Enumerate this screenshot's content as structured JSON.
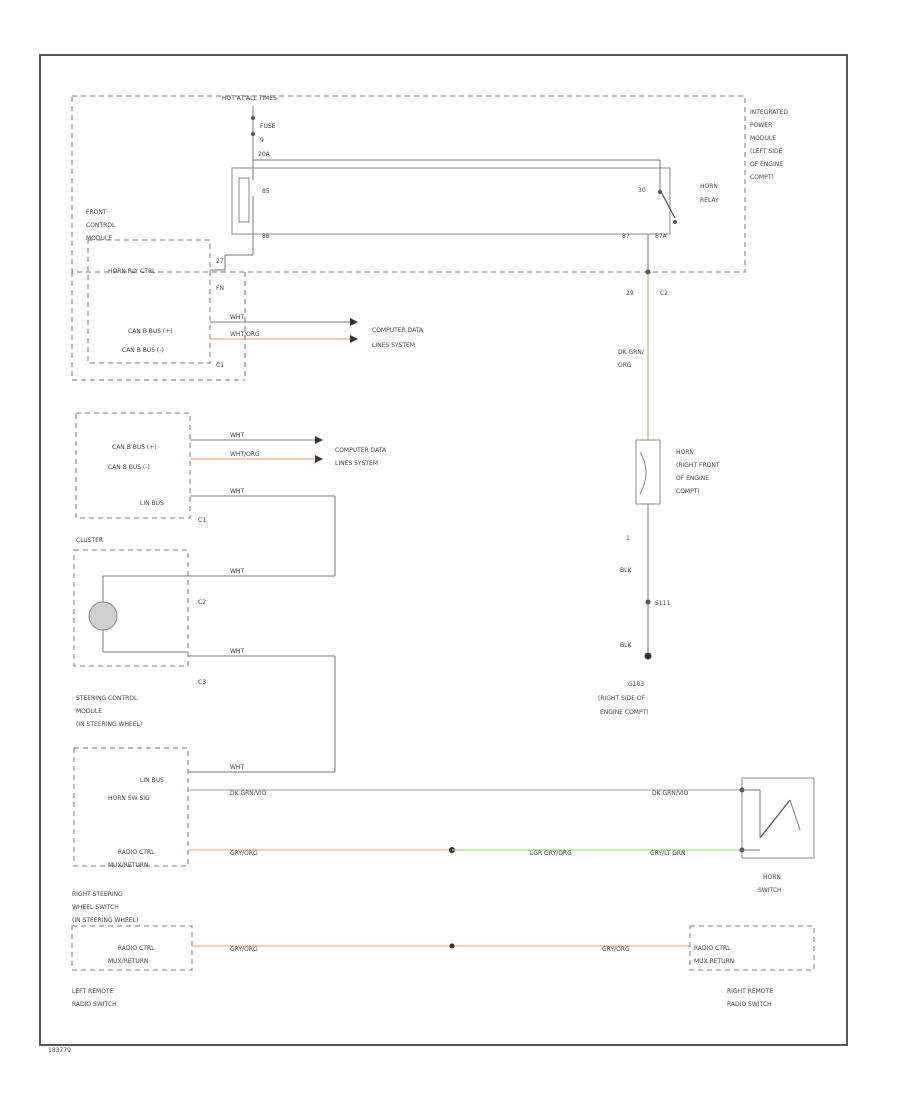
{
  "diagram": {
    "fuse_box_header": "HOT AT ALL TIMES",
    "fuse_label": "FUSE",
    "fuse_number": "9",
    "fuse_amp": "20A",
    "integrated_module": [
      "INTEGRATED",
      "POWER",
      "MODULE",
      "(LEFT SIDE",
      "OF ENGINE",
      "COMPT)"
    ],
    "horn_relay": [
      "HORN",
      "RELAY"
    ],
    "relay_pins": {
      "p85": "85",
      "p86": "86",
      "p87": "87",
      "p30": "30",
      "p87a": "87A"
    },
    "front_control_module": [
      "FRONT",
      "CONTROL",
      "MODULE"
    ],
    "fcm_horn_ctrl": "HORN RLY CTRL",
    "fcm_pins": {
      "a": "27",
      "b": "FN",
      "c": "C1"
    },
    "fcm_can_high": "CAN B BUS (+)",
    "fcm_can_low": "CAN B BUS (-)",
    "wire_wht": "WHT",
    "wire_wht_org": "WHT/ORG",
    "dk_grn": "DK GRN",
    "computer_data": [
      "COMPUTER DATA",
      "LINES SYSTEM"
    ],
    "c2": "C2",
    "c3": "C3",
    "c1": "C1",
    "pin_29": "29",
    "pin_1": "1",
    "dk_grn_org": [
      "DK GRN/",
      "ORG"
    ],
    "horn": [
      "HORN",
      "(RIGHT FRONT",
      "OF ENGINE",
      "COMPT)"
    ],
    "blk": "BLK",
    "splice": "S111",
    "ground": [
      "G103",
      "(RIGHT SIDE OF",
      "ENGINE COMPT)"
    ],
    "cluster_can_high": "CAN B BUS (+)",
    "cluster_can_low": "CAN B BUS (-)",
    "lin_bus": "LIN BUS",
    "cluster": "CLUSTER",
    "scm": [
      "STEERING CONTROL",
      "MODULE",
      "(IN STEERING WHEEL)"
    ],
    "scm_lin_bus": "LIN BUS",
    "scm_horn_sw": "HORN SW SIG",
    "scm_radio": [
      "RADIO CTRL",
      "MUX/RETURN"
    ],
    "dk_grn_vio": "DK GRN/VIO",
    "gry_org": "GRY/ORG",
    "lgr_gry_org": "LGR GRY/ORG",
    "gry_lt_grn": "GRY/LT GRN",
    "horn_switch": [
      "HORN",
      "SWITCH"
    ],
    "right_steering_wheel_switch": [
      "RIGHT STEERING",
      "WHEEL SWITCH",
      "(IN STEERING WHEEL)"
    ],
    "left_radio_ctrl": [
      "RADIO CTRL",
      "MUX/RETURN"
    ],
    "right_radio_ctrl": [
      "RADIO CTRL",
      "MUX RETURN"
    ],
    "left_remote": [
      "LEFT REMOTE",
      "RADIO SWITCH"
    ],
    "right_remote": [
      "RIGHT REMOTE",
      "RADIO SWITCH"
    ],
    "ref_code": "183779",
    "colors": {
      "dk_grn_org_wire": "#b5d98a",
      "orange_wire": "#e8b089",
      "violet_wire": "#c9a0c6",
      "green_wire": "#9bdc7c",
      "line": "#777777"
    }
  }
}
